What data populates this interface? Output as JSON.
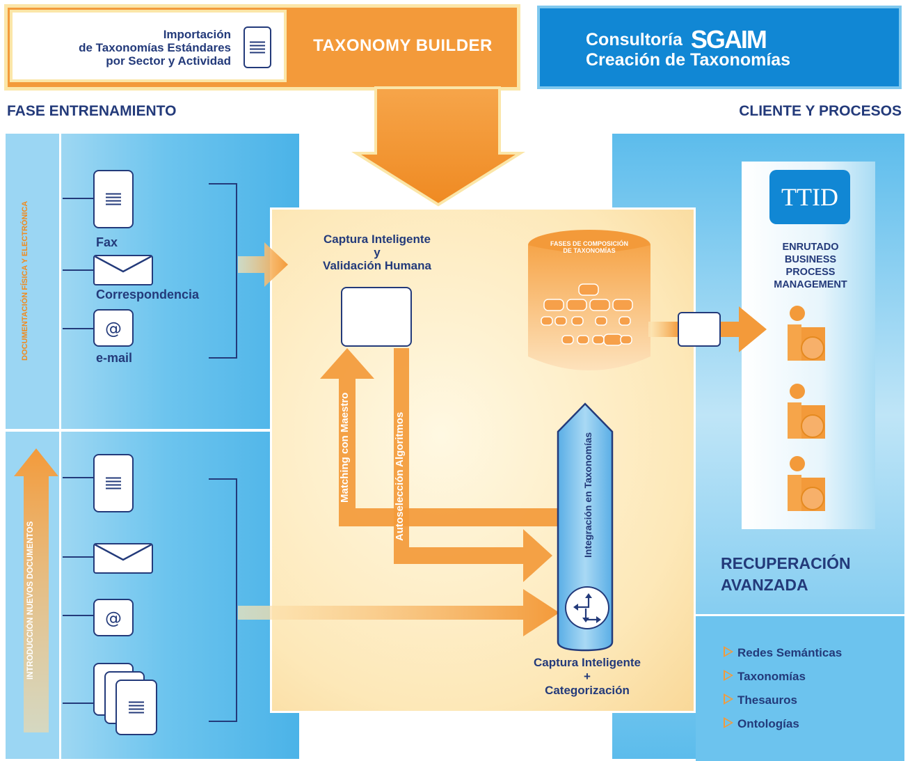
{
  "header": {
    "import_text": [
      "Importación",
      "de Taxonomías Estándares",
      "por Sector y Actividad"
    ],
    "builder_title": "TAXONOMY BUILDER",
    "consult_prefix": "Consultoría",
    "consult_brand": "SGAIM",
    "consult_line2": "Creación de Taxonomías"
  },
  "sections": {
    "left_title": "FASE ENTRENAMIENTO",
    "right_title": "CLIENTE Y PROCESOS"
  },
  "left_top": {
    "vertical_label": "DOCUMENTACIÓN FÍSICA Y ELECTRÓNICA",
    "items": [
      {
        "label": "Fax",
        "icon": "document-icon"
      },
      {
        "label": "Correspondencia",
        "icon": "envelope-icon"
      },
      {
        "label": "e-mail",
        "icon": "at-icon"
      }
    ],
    "at_symbol": "@"
  },
  "left_bottom": {
    "vertical_label": "INTRODUCCIÓN NUEVOS DOCUMENTOS",
    "icons": [
      "document-icon",
      "envelope-icon",
      "at-icon",
      "document-stack-icon"
    ]
  },
  "center": {
    "captura_title": [
      "Captura Inteligente",
      "y",
      "Validación Humana"
    ],
    "cylinder_label": [
      "FASES DE COMPOSICIÓN",
      "DE TAXONOMÍAS"
    ],
    "matching_label": "Matching con Maestro",
    "autoseleccion_label": "Autoselección Algoritmos",
    "integracion_label": "Integración en Taxonomías",
    "captura_cat": [
      "Captura Inteligente",
      "+",
      "Categorización"
    ]
  },
  "right": {
    "logo_text": "TTID",
    "enrutado": [
      "ENRUTADO",
      "BUSINESS",
      "PROCESS",
      "MANAGEMENT"
    ],
    "recuperacion": [
      "RECUPERACIÓN",
      "AVANZADA"
    ],
    "features": [
      "Redes Semánticas",
      "Taxonomías",
      "Thesauros",
      "Ontologías"
    ]
  },
  "colors": {
    "navy": "#233a7a",
    "orange": "#f39a3a",
    "blue": "#1187d4",
    "light_blue": "#6cc3ee"
  }
}
